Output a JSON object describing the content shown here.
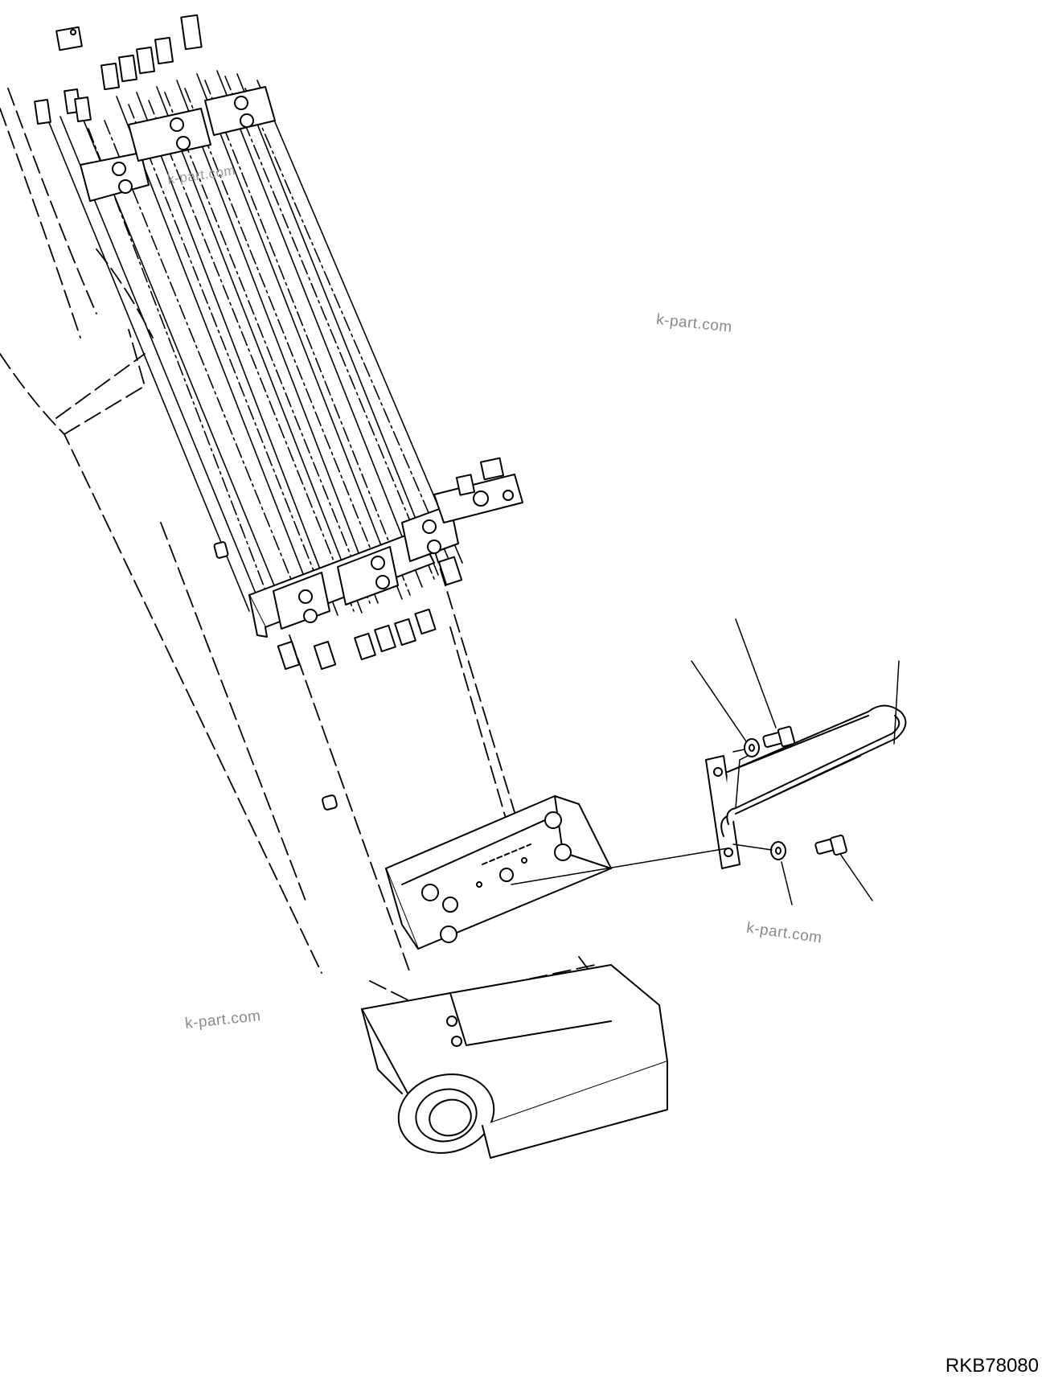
{
  "drawing": {
    "title": "",
    "code": "RKB78080"
  },
  "watermarks": [
    "k-part.com",
    "k-part.com",
    "k-part.com",
    "k-part.com"
  ]
}
